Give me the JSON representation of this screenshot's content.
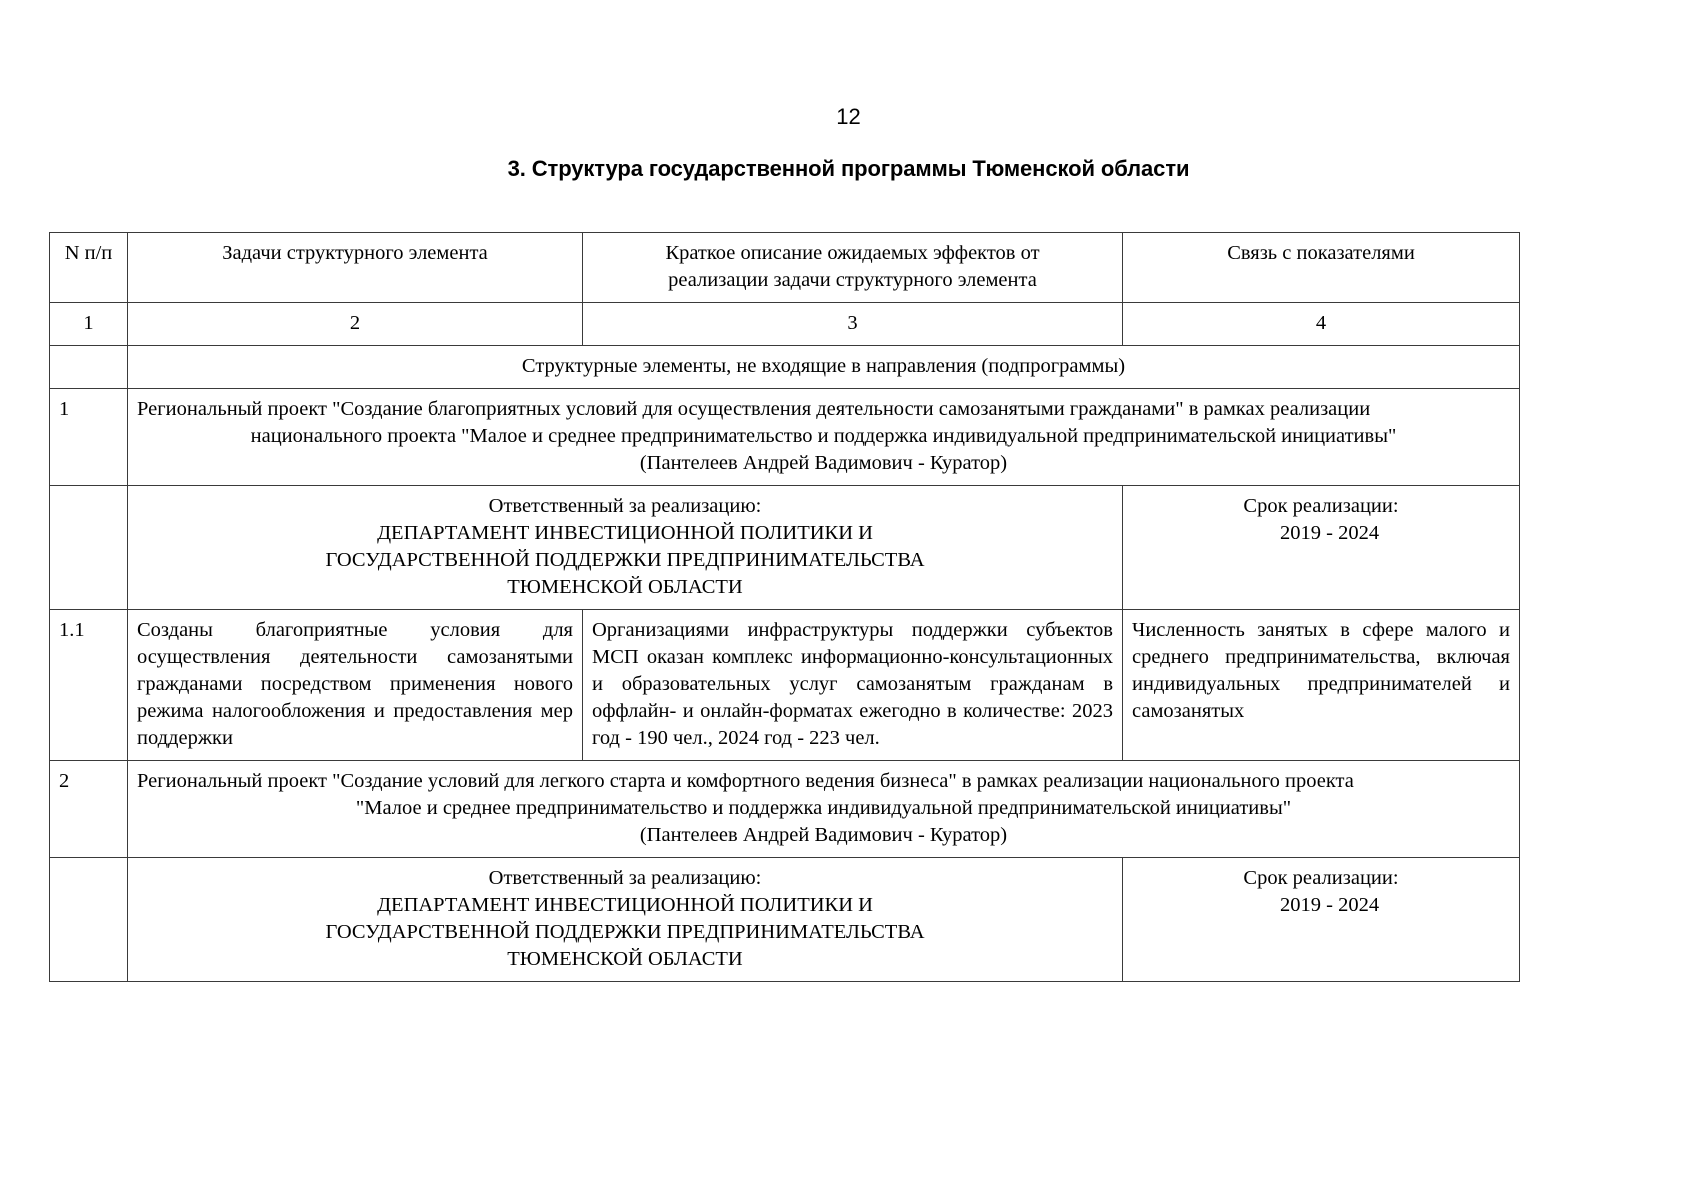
{
  "page": {
    "number": "12",
    "title": "3. Структура государственной программы Тюменской области"
  },
  "table": {
    "headers": {
      "col1": "N п/п",
      "col2": "Задачи структурного элемента",
      "col3_line1": "Краткое описание ожидаемых эффектов от",
      "col3_line2": "реализации задачи структурного элемента",
      "col4": "Связь с показателями"
    },
    "column_numbers": {
      "n1": "1",
      "n2": "2",
      "n3": "3",
      "n4": "4"
    },
    "section_band": "Структурные элементы, не входящие в направления (подпрограммы)",
    "rows": [
      {
        "index": "1",
        "project_line1": "Региональный проект \"Создание благоприятных условий для осуществления деятельности самозанятыми гражданами\" в рамках реализации",
        "project_line2": "национального проекта \"Малое и среднее предпринимательство и поддержка индивидуальной предпринимательской инициативы\"",
        "project_line3": "(Пантелеев Андрей Вадимович - Куратор)"
      },
      {
        "responsible_label": "Ответственный за реализацию:",
        "responsible_line1": "ДЕПАРТАМЕНТ ИНВЕСТИЦИОННОЙ ПОЛИТИКИ И",
        "responsible_line2": "ГОСУДАРСТВЕННОЙ ПОДДЕРЖКИ ПРЕДПРИНИМАТЕЛЬСТВА",
        "responsible_line3": "ТЮМЕНСКОЙ ОБЛАСТИ",
        "term_label": "Срок реализации:",
        "term_value": "2019 - 2024"
      },
      {
        "index": "1.1",
        "task": "Созданы благоприятные условия для осуществления деятельности самозанятыми гражданами посредством применения нового режима налогообложения и предоставления мер поддержки",
        "effects": "Организациями инфраструктуры поддержки субъектов МСП оказан комплекс информационно-консультационных и образовательных услуг самозанятым гражданам в оффлайн- и онлайн-форматах ежегодно в количестве: 2023 год - 190 чел., 2024 год - 223 чел.",
        "indicator": "Численность занятых в сфере малого и среднего предпринимательства, включая индивидуальных предпринимателей и самозанятых"
      },
      {
        "index": "2",
        "project_line1": "Региональный проект \"Создание условий для легкого старта и комфортного ведения бизнеса\" в рамках реализации национального проекта",
        "project_line2": "\"Малое и среднее предпринимательство и поддержка индивидуальной предпринимательской инициативы\"",
        "project_line3": "(Пантелеев Андрей Вадимович - Куратор)"
      },
      {
        "responsible_label": "Ответственный за реализацию:",
        "responsible_line1": "ДЕПАРТАМЕНТ ИНВЕСТИЦИОННОЙ ПОЛИТИКИ И",
        "responsible_line2": "ГОСУДАРСТВЕННОЙ ПОДДЕРЖКИ ПРЕДПРИНИМАТЕЛЬСТВА",
        "responsible_line3": "ТЮМЕНСКОЙ ОБЛАСТИ",
        "term_label": "Срок реализации:",
        "term_value": "2019 - 2024"
      }
    ]
  }
}
